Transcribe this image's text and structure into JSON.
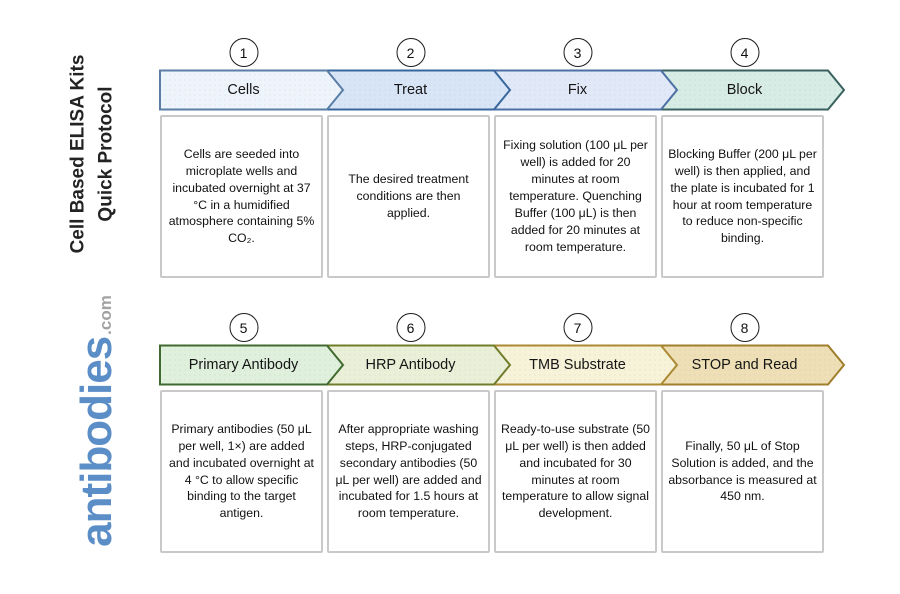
{
  "branding": {
    "vertical_title_line1": "Cell Based ELISA Kits",
    "vertical_title_line2": "Quick Protocol",
    "logo_text": "antibodies",
    "logo_tld": ".com",
    "logo_color": "#5b8ec6",
    "logo_tld_color": "#a3a3a3"
  },
  "steps": [
    {
      "number": "1",
      "label": "Cells",
      "description": "Cells are seeded into microplate wells and incubated overnight at 37 °C in a humidified atmosphere containing 5% CO₂.",
      "colors": {
        "fill": "#eef4fb",
        "border": "#5a7ea6"
      }
    },
    {
      "number": "2",
      "label": "Treat",
      "description": "The desired treatment conditions are then applied.",
      "colors": {
        "fill": "#d8e5f7",
        "border": "#38679e"
      }
    },
    {
      "number": "3",
      "label": "Fix",
      "description": "Fixing solution (100 μL per well) is added for 20 minutes at room temperature. Quenching Buffer (100 μL) is then added for 20 minutes at room temperature.",
      "colors": {
        "fill": "#e1e9f9",
        "border": "#4c70a4"
      }
    },
    {
      "number": "4",
      "label": "Block",
      "description": "Blocking Buffer (200 μL per well) is then applied, and the plate is incubated for 1 hour at room temperature to reduce non-specific binding.",
      "colors": {
        "fill": "#d7ece4",
        "border": "#3a615f"
      }
    },
    {
      "number": "5",
      "label": "Primary Antibody",
      "description": "Primary antibodies (50 μL per well, 1×) are added and incubated overnight at 4 °C to allow specific binding to the target antigen.",
      "colors": {
        "fill": "#dff0dc",
        "border": "#406a30"
      }
    },
    {
      "number": "6",
      "label": "HRP Antibody",
      "description": "After appropriate washing steps, HRP-conjugated secondary antibodies (50 μL per well) are added and incubated for 1.5 hours at room temperature.",
      "colors": {
        "fill": "#eaf0d8",
        "border": "#717c2b"
      }
    },
    {
      "number": "7",
      "label": "TMB Substrate",
      "description": "Ready-to-use substrate (50 μL per well) is then added and incubated for 30 minutes at room temperature to allow signal development.",
      "colors": {
        "fill": "#f7f3d9",
        "border": "#ab8a33"
      }
    },
    {
      "number": "8",
      "label": "STOP and Read",
      "description": "Finally, 50 μL of Stop Solution is added, and the absorbance is measured at 450 nm.",
      "colors": {
        "fill": "#eedfb6",
        "border": "#a07f2c"
      }
    }
  ]
}
